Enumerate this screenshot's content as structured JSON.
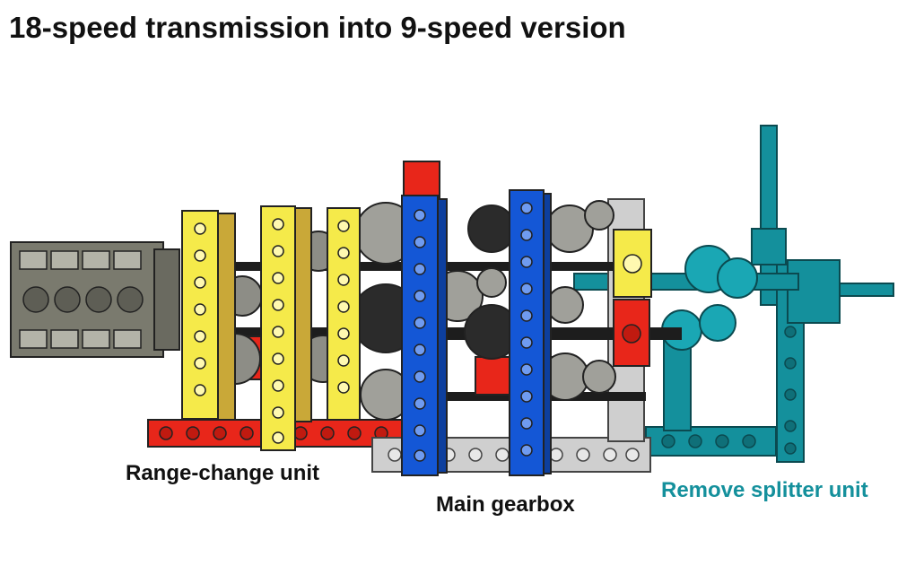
{
  "title": "18-speed transmission into 9-speed version",
  "labels": {
    "range_change": "Range-change unit",
    "main_gearbox": "Main gearbox",
    "remove_splitter": "Remove splitter unit"
  },
  "colors": {
    "motor": "#7a7a6e",
    "yellow_beam": "#f5ea4a",
    "red_beam": "#e8261a",
    "blue_beam": "#1457d6",
    "gray_beam": "#cfcfcf",
    "teal_unit": "#14909c",
    "gear_dark": "#2b2b2b",
    "gear_gray": "#a0a09a",
    "splitter_label": "#14909c"
  }
}
